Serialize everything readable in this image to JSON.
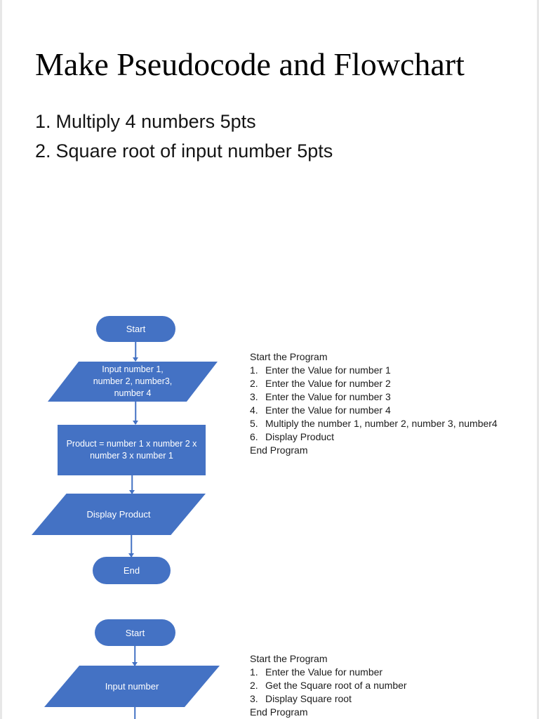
{
  "header": {
    "title": "Make Pseudocode and Flowchart"
  },
  "tasks": {
    "items": [
      {
        "num": "1.",
        "label": "Multiply 4 numbers 5pts"
      },
      {
        "num": "2.",
        "label": "Square root of input number 5pts"
      }
    ]
  },
  "colors": {
    "shape_fill": "#4472C4",
    "shape_text": "#FFFFFF",
    "arrow": "#4472C4",
    "page_background": "#FFFFFF"
  },
  "flowchart_multiply": {
    "start_label": "Start",
    "input_lines": [
      "Input number 1,",
      "number 2, number3,",
      "number 4"
    ],
    "process_lines": [
      "Product = number 1 x number 2 x",
      "number 3 x number 1"
    ],
    "display_label": "Display Product",
    "end_label": "End"
  },
  "pseudocode_multiply": {
    "header": "Start the Program",
    "steps": [
      {
        "num": "1.",
        "text": "Enter the Value for number 1"
      },
      {
        "num": "2.",
        "text": "Enter the Value for number 2"
      },
      {
        "num": "3.",
        "text": "Enter the Value for number 3"
      },
      {
        "num": "4.",
        "text": "Enter the Value for number 4"
      },
      {
        "num": "5.",
        "text": "Multiply the number 1, number 2, number 3, number4"
      },
      {
        "num": "6.",
        "text": "Display Product"
      }
    ],
    "footer": "End Program"
  },
  "flowchart_sqrt": {
    "start_label": "Start",
    "input_label": "Input number"
  },
  "pseudocode_sqrt": {
    "header": "Start the Program",
    "steps": [
      {
        "num": "1.",
        "text": "Enter the Value for number"
      },
      {
        "num": "2.",
        "text": "Get the Square root of a number"
      },
      {
        "num": "3.",
        "text": "Display Square root"
      }
    ],
    "footer": "End Program"
  }
}
